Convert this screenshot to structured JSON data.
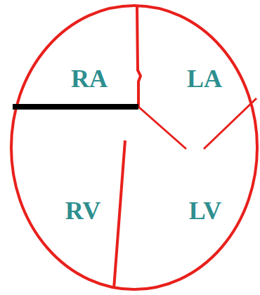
{
  "diagram": {
    "labels": [
      "RA",
      "LA",
      "RV",
      "LV"
    ]
  }
}
